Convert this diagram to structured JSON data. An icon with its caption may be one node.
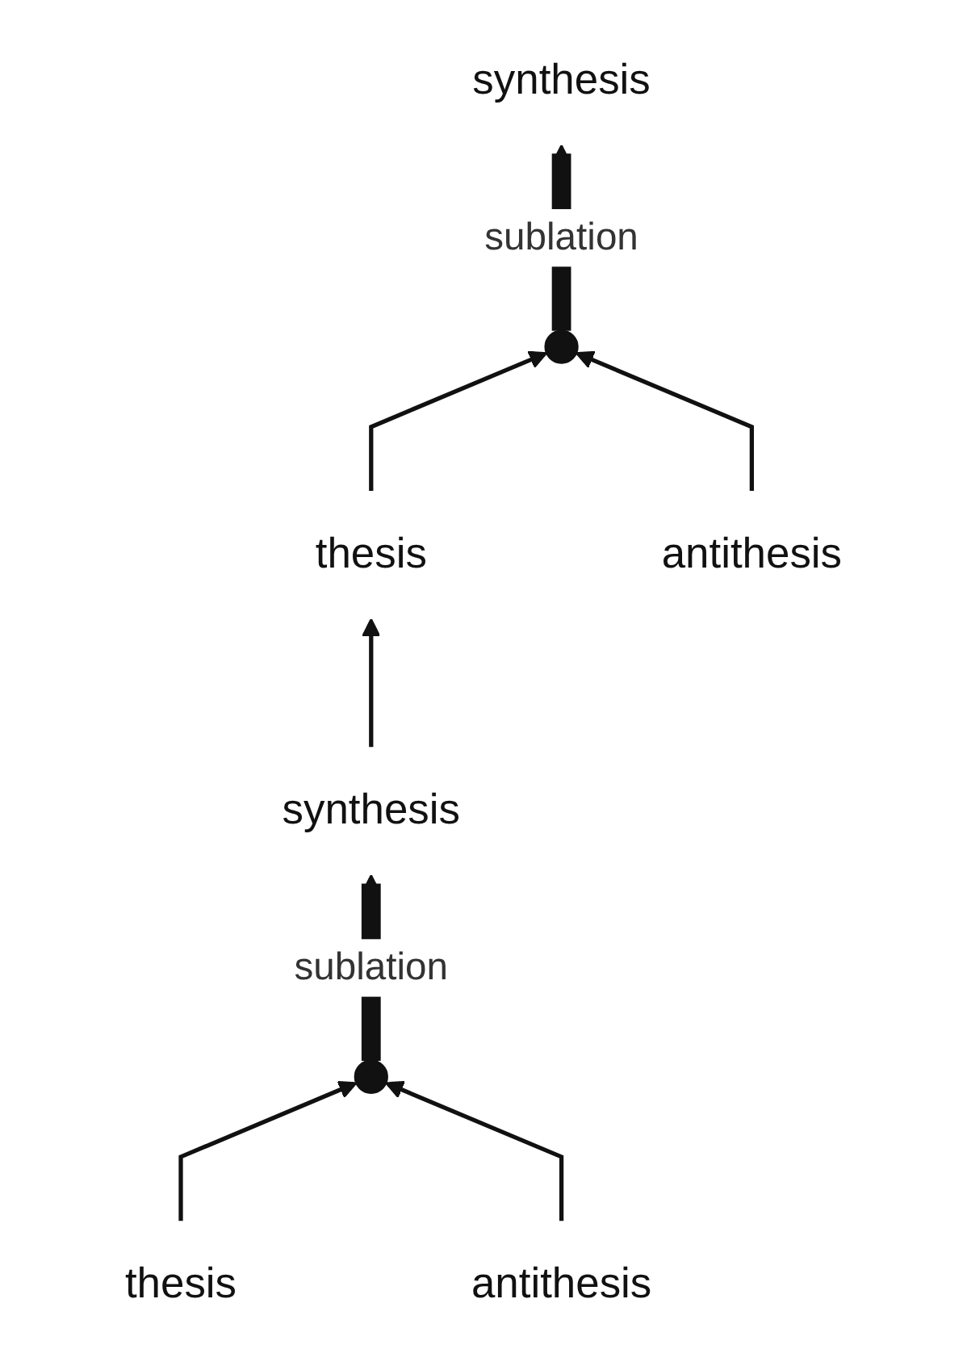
{
  "diagram": {
    "nodes": [
      {
        "text": [
          "synthesis"
        ]
      },
      {
        "text": [
          "thesis"
        ]
      },
      {
        "text": [],
        "shape": "circle"
      },
      {
        "text": [
          "antithesis"
        ]
      },
      {
        "text": [
          "synthesis"
        ]
      },
      {
        "text": [
          "thesis"
        ]
      },
      {
        "text": [],
        "shape": "circle"
      },
      {
        "text": [
          "antithesis"
        ]
      }
    ],
    "edges": [
      {
        "from": 1,
        "to": 2,
        "arrow": "to"
      },
      {
        "from": 3,
        "to": 2,
        "arrow": "to"
      },
      {
        "from": 2,
        "to": 0,
        "arrow": "to",
        "label": "sublation",
        "style": "thick"
      },
      {
        "from": 4,
        "to": 1,
        "arrow": "to"
      },
      {
        "from": 5,
        "to": 6,
        "arrow": "to"
      },
      {
        "from": 7,
        "to": 6,
        "arrow": "to"
      },
      {
        "from": 6,
        "to": 4,
        "arrow": "to",
        "label": "sublation",
        "style": "thick"
      }
    ]
  }
}
